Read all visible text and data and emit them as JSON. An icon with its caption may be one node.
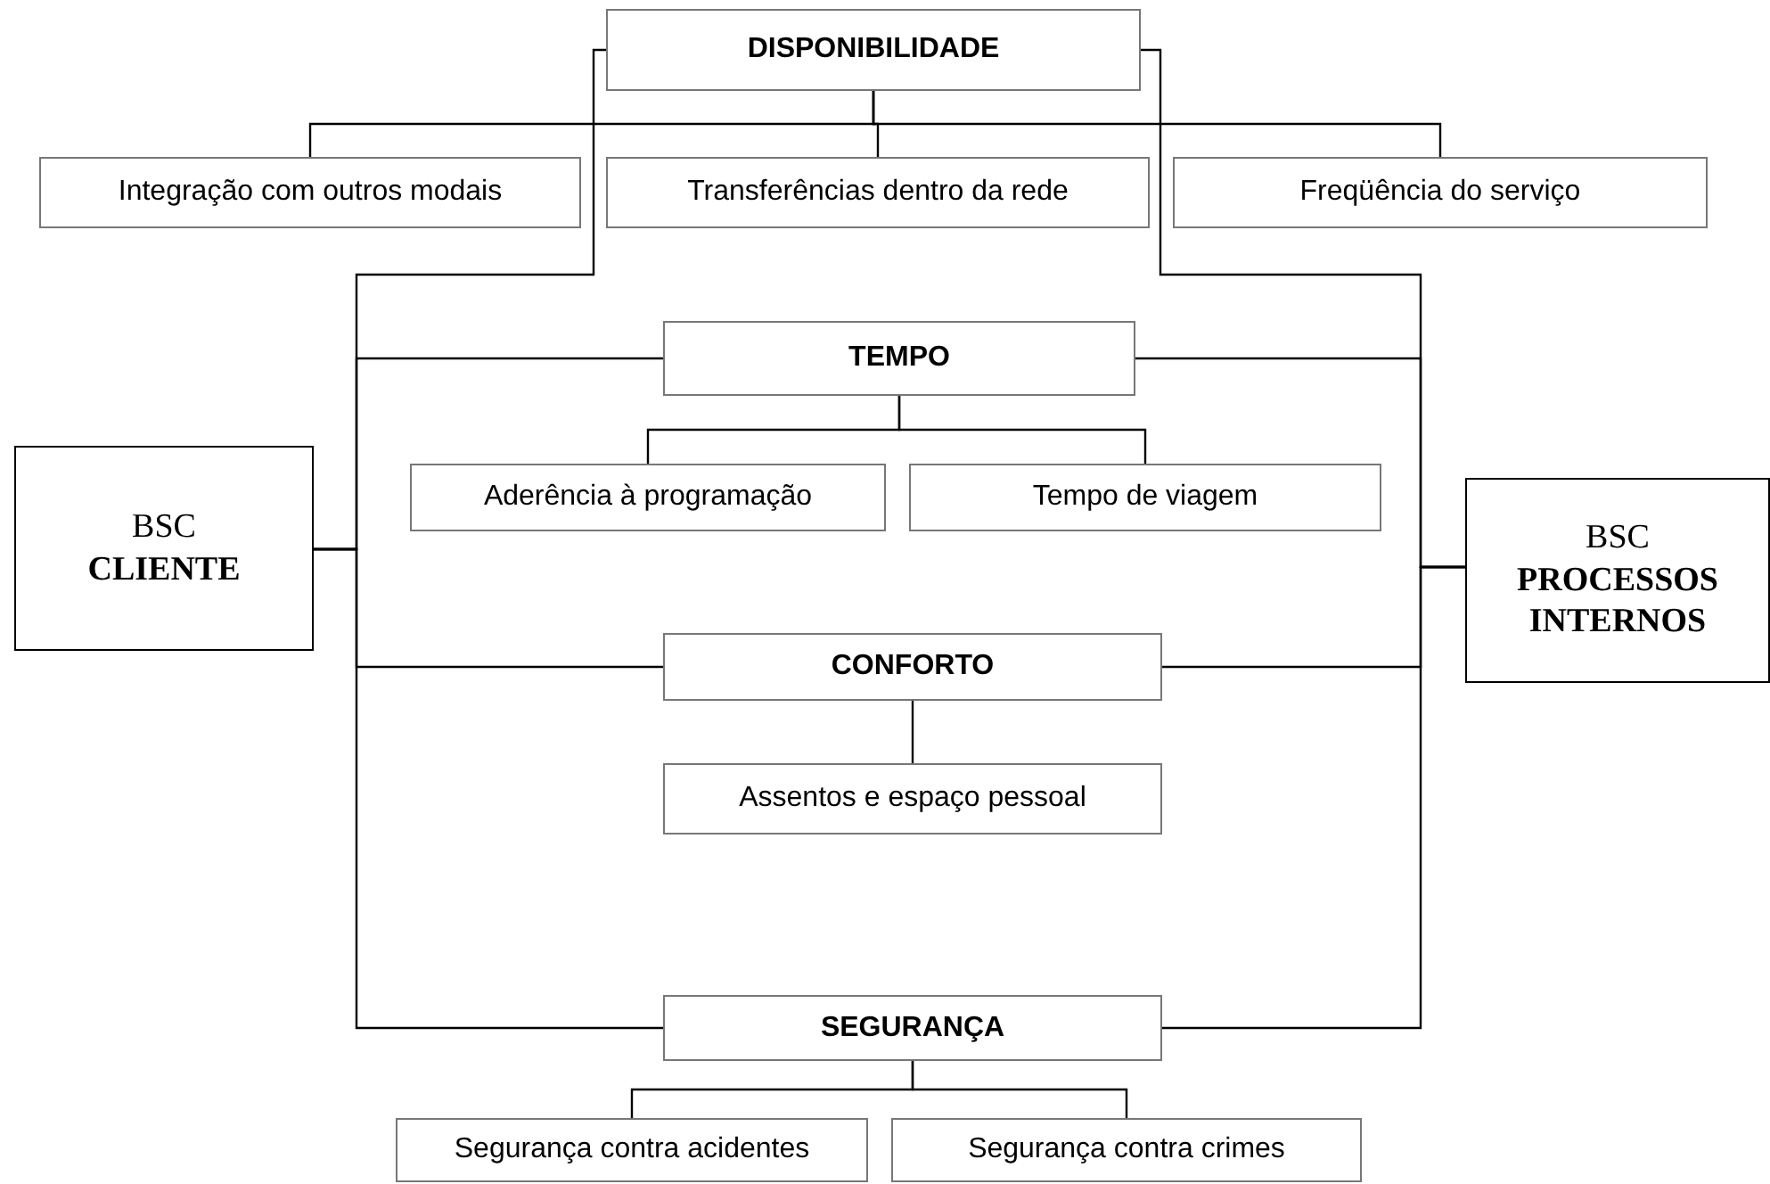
{
  "diagram": {
    "nodes": [
      {
        "text": [
          "DISPONIBILIDADE"
        ]
      },
      {
        "text": [
          "Integração com outros modais"
        ]
      },
      {
        "text": [
          "Transferências dentro da rede"
        ]
      },
      {
        "text": [
          "Freqüência do serviço"
        ]
      },
      {
        "text": [
          "TEMPO"
        ]
      },
      {
        "text": [
          "Aderência à programação"
        ]
      },
      {
        "text": [
          "Tempo de viagem"
        ]
      },
      {
        "text": [
          "BSC",
          "CLIENTE"
        ]
      },
      {
        "text": [
          "BSC",
          "PROCESSOS INTERNOS"
        ]
      },
      {
        "text": [
          "CONFORTO"
        ]
      },
      {
        "text": [
          "Assentos e espaço pessoal"
        ]
      },
      {
        "text": [
          "SEGURANÇA"
        ]
      },
      {
        "text": [
          "Segurança contra acidentes"
        ]
      },
      {
        "text": [
          "Segurança contra crimes"
        ]
      }
    ],
    "edges": [
      {
        "from": 7,
        "to": 0,
        "arrow": "none"
      },
      {
        "from": 7,
        "to": 4,
        "arrow": "none"
      },
      {
        "from": 7,
        "to": 9,
        "arrow": "none"
      },
      {
        "from": 7,
        "to": 11,
        "arrow": "none"
      },
      {
        "from": 8,
        "to": 0,
        "arrow": "none"
      },
      {
        "from": 8,
        "to": 4,
        "arrow": "none"
      },
      {
        "from": 8,
        "to": 9,
        "arrow": "none"
      },
      {
        "from": 8,
        "to": 11,
        "arrow": "none"
      },
      {
        "from": 0,
        "to": 1,
        "arrow": "none"
      },
      {
        "from": 0,
        "to": 2,
        "arrow": "none"
      },
      {
        "from": 0,
        "to": 3,
        "arrow": "none"
      },
      {
        "from": 4,
        "to": 5,
        "arrow": "none"
      },
      {
        "from": 4,
        "to": 6,
        "arrow": "none"
      },
      {
        "from": 9,
        "to": 10,
        "arrow": "none"
      },
      {
        "from": 11,
        "to": 12,
        "arrow": "none"
      },
      {
        "from": 11,
        "to": 13,
        "arrow": "none"
      }
    ]
  }
}
